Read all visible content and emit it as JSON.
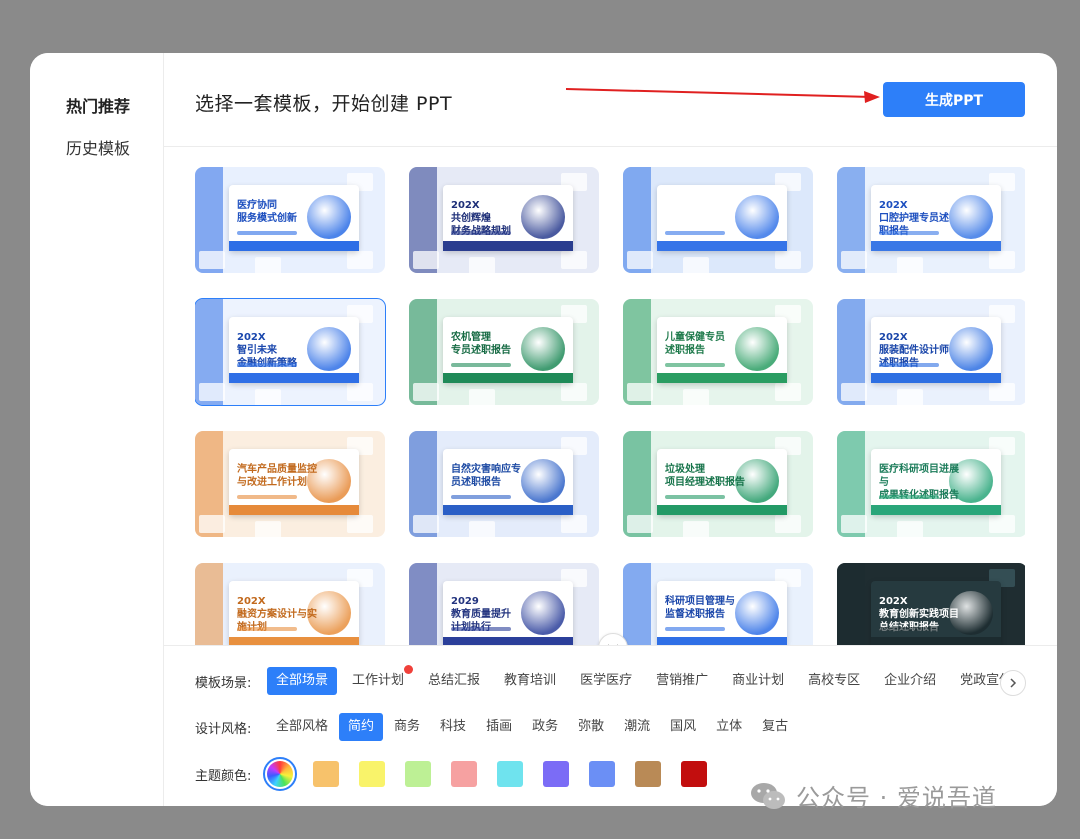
{
  "sidebar": {
    "items": [
      {
        "label": "热门推荐",
        "active": true
      },
      {
        "label": "历史模板",
        "active": false
      }
    ]
  },
  "header": {
    "title": "选择一套模板，开始创建 PPT",
    "generate_label": "生成PPT"
  },
  "templates": [
    {
      "title": "医疗协同\n服务模式创新",
      "theme": "blue",
      "primary": "#2d6ee6",
      "accent": "#e8f0fe",
      "text": "#1d4fbf"
    },
    {
      "title": "202X\n共创辉煌\n财务战略规划",
      "theme": "navy",
      "primary": "#2a3d8f",
      "accent": "#e6eaf6",
      "text": "#1e2f78"
    },
    {
      "title": "20XX行业标准\n年度信息化报告",
      "theme": "blue-city",
      "primary": "#3574e8",
      "accent": "#dce8fb",
      "text": "#ffffff"
    },
    {
      "title": "202X\n口腔护理专员述\n职报告",
      "theme": "blue-light",
      "primary": "#3a78e6",
      "accent": "#e9f1fd",
      "text": "#1d4fbf"
    },
    {
      "title": "202X\n智引未来\n金融创新策略",
      "theme": "blue",
      "primary": "#2f6fe6",
      "accent": "#edf3fe",
      "text": "#1a47ad"
    },
    {
      "title": "农机管理\n专员述职报告",
      "theme": "green",
      "primary": "#1f8a58",
      "accent": "#e3f3ea",
      "text": "#176b44"
    },
    {
      "title": "儿童保健专员\n述职报告",
      "theme": "green-light",
      "primary": "#2a9d62",
      "accent": "#e6f5ec",
      "text": "#1e7a4b"
    },
    {
      "title": "202X\n服装配件设计师\n述职报告",
      "theme": "blue",
      "primary": "#2e6fe2",
      "accent": "#eaf1fd",
      "text": "#1b47aa"
    },
    {
      "title": "汽车产品质量监控\n与改进工作计划",
      "theme": "orange",
      "primary": "#e68a3a",
      "accent": "#fbeee0",
      "text": "#c26a1e"
    },
    {
      "title": "自然灾害响应专\n员述职报告",
      "theme": "blue-wave",
      "primary": "#2b5fc6",
      "accent": "#e4ecfb",
      "text": "#1d4aa3"
    },
    {
      "title": "垃圾处理\n项目经理述职报告",
      "theme": "green",
      "primary": "#239a66",
      "accent": "#e3f4ea",
      "text": "#17744b"
    },
    {
      "title": "医疗科研项目进展与\n成果转化述职报告",
      "theme": "teal",
      "primary": "#2aa67a",
      "accent": "#e4f5ee",
      "text": "#1c7c5a"
    },
    {
      "title": "202X\n融资方案设计与实\n施计划",
      "theme": "orange-blue",
      "primary": "#e8903f",
      "accent": "#eaf1fd",
      "text": "#c26a1e"
    },
    {
      "title": "2029\n教育质量提升\n计划执行",
      "theme": "navy",
      "primary": "#2b3f9a",
      "accent": "#e6eaf6",
      "text": "#23347f"
    },
    {
      "title": "科研项目管理与\n监督述职报告",
      "theme": "blue",
      "primary": "#2f6fe6",
      "accent": "#e9f1fd",
      "text": "#1b47aa"
    },
    {
      "title": "202X\n教育创新实践项目\n总结述职报告",
      "theme": "dark",
      "primary": "#1c2b2f",
      "accent": "#2f4a4f",
      "text": "#ffffff"
    }
  ],
  "filters": {
    "scene_label": "模板场景:",
    "scenes": [
      {
        "label": "全部场景",
        "active": true
      },
      {
        "label": "工作计划",
        "hot": true
      },
      {
        "label": "总结汇报"
      },
      {
        "label": "教育培训"
      },
      {
        "label": "医学医疗"
      },
      {
        "label": "营销推广"
      },
      {
        "label": "商业计划"
      },
      {
        "label": "高校专区"
      },
      {
        "label": "企业介绍"
      },
      {
        "label": "党政宣传"
      }
    ],
    "style_label": "设计风格:",
    "styles": [
      {
        "label": "全部风格"
      },
      {
        "label": "简约",
        "active": true
      },
      {
        "label": "商务"
      },
      {
        "label": "科技"
      },
      {
        "label": "插画"
      },
      {
        "label": "政务"
      },
      {
        "label": "弥散"
      },
      {
        "label": "潮流"
      },
      {
        "label": "国风"
      },
      {
        "label": "立体"
      },
      {
        "label": "复古"
      }
    ],
    "color_label": "主题颜色:",
    "colors": [
      {
        "name": "rainbow",
        "selected": true
      },
      {
        "name": "orange",
        "hex": "#f7c26b"
      },
      {
        "name": "yellow",
        "hex": "#f9f36a"
      },
      {
        "name": "light-green",
        "hex": "#bdf095"
      },
      {
        "name": "pink",
        "hex": "#f6a1a1"
      },
      {
        "name": "cyan",
        "hex": "#6fe3ee"
      },
      {
        "name": "purple",
        "hex": "#7b6cf6"
      },
      {
        "name": "blue",
        "hex": "#6b8ff5"
      },
      {
        "name": "brown",
        "hex": "#b98a56"
      },
      {
        "name": "red",
        "hex": "#c20e0e"
      }
    ]
  },
  "watermark": {
    "text": "公众号 · 爱说吾道"
  }
}
